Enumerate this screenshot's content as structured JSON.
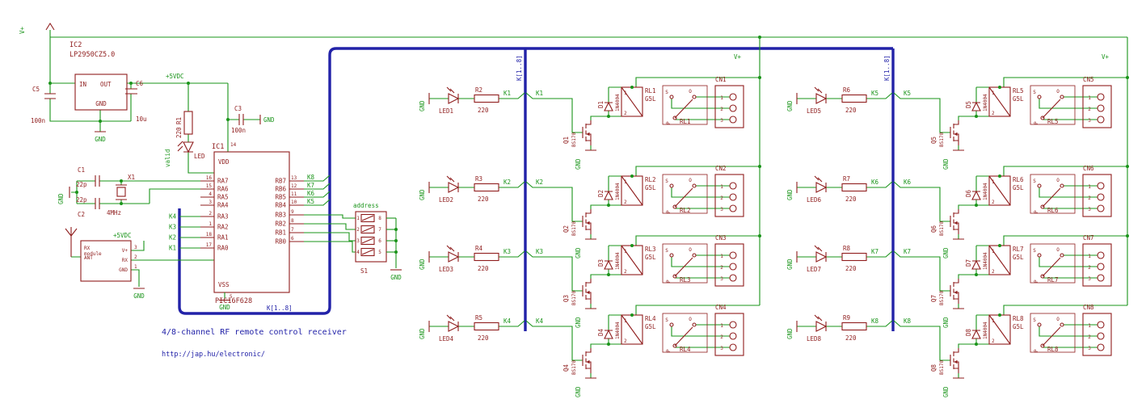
{
  "title": "4/8-channel RF remote control receiver",
  "website": "http://jap.hu/electronic/",
  "colors": {
    "net": "#1a941a",
    "symbol": "#8f1d1d",
    "bus": "#2222a8"
  },
  "labels": {
    "gnd": "GND",
    "vplus": "V+",
    "rail": "+5VDC",
    "valid": "valid",
    "address": "address",
    "bus": "K[1..8]",
    "s": "S",
    "o": "O",
    "p": "P",
    "cn_pins": [
      "1",
      "2",
      "3"
    ],
    "coil_pins": [
      "1",
      "2"
    ]
  },
  "power": {
    "ref": "IC2",
    "value": "LP2950CZ5.0",
    "pin_in": "IN",
    "pin_out": "OUT",
    "pin_gnd": "GND",
    "c5_ref": "C5",
    "c5_val": "100n",
    "c6_ref": "C6",
    "c6_val": "10u",
    "c3_ref": "C3",
    "c3_val": "100n",
    "r1_ref": "R1",
    "r1_val": "220",
    "led": "LED"
  },
  "osc": {
    "x1_ref": "X1",
    "x1_val": "4MHz",
    "c1_ref": "C1",
    "c1_val": "22p",
    "c2_ref": "C2",
    "c2_val": "22p"
  },
  "rx": {
    "line1": "RX",
    "line2": "module",
    "ant": "ANT",
    "vplus": "V+",
    "rx": "RX",
    "gnd": "GND",
    "pins": [
      "3",
      "2",
      "1"
    ]
  },
  "mcu": {
    "ref": "IC1",
    "value": "PIC16F628",
    "vdd": "VDD",
    "vss": "VSS",
    "vdd_pin": "14",
    "vss_pin": "5",
    "left_pins": [
      {
        "name": "RA7",
        "num": "16"
      },
      {
        "name": "RA6",
        "num": "15"
      },
      {
        "name": "RA5",
        "num": "4"
      },
      {
        "name": "RA4",
        "num": "3"
      },
      {
        "name": "RA3",
        "num": "2"
      },
      {
        "name": "RA2",
        "num": "1"
      },
      {
        "name": "RA1",
        "num": "18"
      },
      {
        "name": "RA0",
        "num": "17"
      }
    ],
    "right_pins": [
      {
        "name": "RB7",
        "num": "13",
        "net": "K8"
      },
      {
        "name": "RB6",
        "num": "12",
        "net": "K7"
      },
      {
        "name": "RB5",
        "num": "11",
        "net": "K6"
      },
      {
        "name": "RB4",
        "num": "10",
        "net": "K5"
      },
      {
        "name": "RB3",
        "num": "9",
        "net": ""
      },
      {
        "name": "RB2",
        "num": "8",
        "net": ""
      },
      {
        "name": "RB1",
        "num": "7",
        "net": ""
      },
      {
        "name": "RB0",
        "num": "6",
        "net": ""
      }
    ],
    "k_nets_left": [
      "K4",
      "K3",
      "K2",
      "K1"
    ]
  },
  "dip": {
    "ref": "S1",
    "left_nums": [
      "1",
      "2",
      "3",
      "4"
    ],
    "right_nums": [
      "8",
      "7",
      "6",
      "5"
    ]
  },
  "channels": [
    {
      "led": "LED1",
      "r": "R2",
      "rv": "220",
      "k": "K1",
      "q": "Q1",
      "qv": "BS170",
      "d": "D1",
      "dv": "1N4004",
      "rl": "RL1",
      "rlv": "G5L",
      "cn": "CN1"
    },
    {
      "led": "LED2",
      "r": "R3",
      "rv": "220",
      "k": "K2",
      "q": "Q2",
      "qv": "BS170",
      "d": "D2",
      "dv": "1N4004",
      "rl": "RL2",
      "rlv": "G5L",
      "cn": "CN2"
    },
    {
      "led": "LED3",
      "r": "R4",
      "rv": "220",
      "k": "K3",
      "q": "Q3",
      "qv": "BS170",
      "d": "D3",
      "dv": "1N4004",
      "rl": "RL3",
      "rlv": "G5L",
      "cn": "CN3"
    },
    {
      "led": "LED4",
      "r": "R5",
      "rv": "220",
      "k": "K4",
      "q": "Q4",
      "qv": "BS170",
      "d": "D4",
      "dv": "1N4004",
      "rl": "RL4",
      "rlv": "G5L",
      "cn": "CN4"
    },
    {
      "led": "LED5",
      "r": "R6",
      "rv": "220",
      "k": "K5",
      "q": "Q5",
      "qv": "BS170",
      "d": "D5",
      "dv": "1N4004",
      "rl": "RL5",
      "rlv": "G5L",
      "cn": "CN5"
    },
    {
      "led": "LED6",
      "r": "R7",
      "rv": "220",
      "k": "K6",
      "q": "Q6",
      "qv": "BS170",
      "d": "D6",
      "dv": "1N4004",
      "rl": "RL6",
      "rlv": "G5L",
      "cn": "CN6"
    },
    {
      "led": "LED7",
      "r": "R8",
      "rv": "220",
      "k": "K7",
      "q": "Q7",
      "qv": "BS170",
      "d": "D7",
      "dv": "1N4004",
      "rl": "RL7",
      "rlv": "G5L",
      "cn": "CN7"
    },
    {
      "led": "LED8",
      "r": "R9",
      "rv": "220",
      "k": "K8",
      "q": "Q8",
      "qv": "BS170",
      "d": "D8",
      "dv": "1N4004",
      "rl": "RL8",
      "rlv": "G5L",
      "cn": "CN8"
    }
  ]
}
